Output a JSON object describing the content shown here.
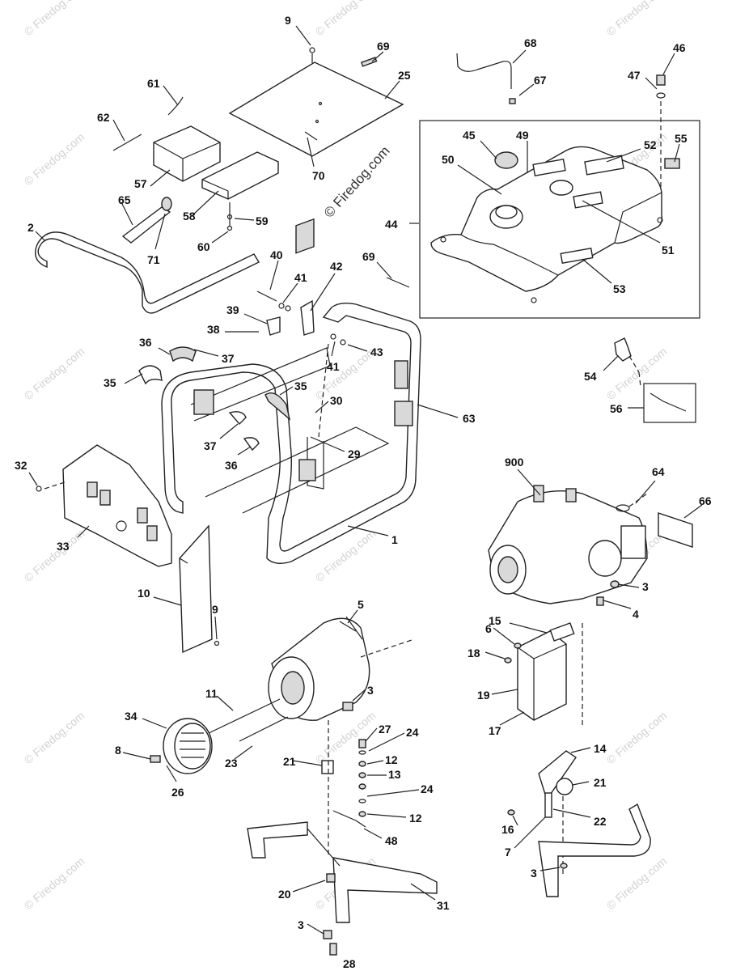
{
  "watermark": {
    "main": "© Firedog.com",
    "faint": "© Firedog.com"
  },
  "callouts": [
    {
      "id": "c9a",
      "text": "9"
    },
    {
      "id": "c69a",
      "text": "69"
    },
    {
      "id": "c25",
      "text": "25"
    },
    {
      "id": "c68",
      "text": "68"
    },
    {
      "id": "c67",
      "text": "67"
    },
    {
      "id": "c46",
      "text": "46"
    },
    {
      "id": "c47",
      "text": "47"
    },
    {
      "id": "c61",
      "text": "61"
    },
    {
      "id": "c62",
      "text": "62"
    },
    {
      "id": "c57",
      "text": "57"
    },
    {
      "id": "c58",
      "text": "58"
    },
    {
      "id": "c59",
      "text": "59"
    },
    {
      "id": "c60",
      "text": "60"
    },
    {
      "id": "c70",
      "text": "70"
    },
    {
      "id": "c2",
      "text": "2"
    },
    {
      "id": "c65",
      "text": "65"
    },
    {
      "id": "c71",
      "text": "71"
    },
    {
      "id": "c45",
      "text": "45"
    },
    {
      "id": "c49",
      "text": "49"
    },
    {
      "id": "c52",
      "text": "52"
    },
    {
      "id": "c55",
      "text": "55"
    },
    {
      "id": "c50",
      "text": "50"
    },
    {
      "id": "c44",
      "text": "44"
    },
    {
      "id": "c51",
      "text": "51"
    },
    {
      "id": "c53",
      "text": "53"
    },
    {
      "id": "c40",
      "text": "40"
    },
    {
      "id": "c41a",
      "text": "41"
    },
    {
      "id": "c42",
      "text": "42"
    },
    {
      "id": "c69b",
      "text": "69"
    },
    {
      "id": "c39",
      "text": "39"
    },
    {
      "id": "c38",
      "text": "38"
    },
    {
      "id": "c36a",
      "text": "36"
    },
    {
      "id": "c37a",
      "text": "37"
    },
    {
      "id": "c43",
      "text": "43"
    },
    {
      "id": "c41b",
      "text": "41"
    },
    {
      "id": "c35a",
      "text": "35"
    },
    {
      "id": "c35b",
      "text": "35"
    },
    {
      "id": "c30",
      "text": "30"
    },
    {
      "id": "c63",
      "text": "63"
    },
    {
      "id": "c37b",
      "text": "37"
    },
    {
      "id": "c36b",
      "text": "36"
    },
    {
      "id": "c29",
      "text": "29"
    },
    {
      "id": "c54",
      "text": "54"
    },
    {
      "id": "c56",
      "text": "56"
    },
    {
      "id": "c32",
      "text": "32"
    },
    {
      "id": "c33",
      "text": "33"
    },
    {
      "id": "c1",
      "text": "1"
    },
    {
      "id": "c900",
      "text": "900"
    },
    {
      "id": "c64",
      "text": "64"
    },
    {
      "id": "c66",
      "text": "66"
    },
    {
      "id": "c10",
      "text": "10"
    },
    {
      "id": "c9b",
      "text": "9"
    },
    {
      "id": "c5",
      "text": "5"
    },
    {
      "id": "c3a",
      "text": "3"
    },
    {
      "id": "c4",
      "text": "4"
    },
    {
      "id": "c15",
      "text": "15"
    },
    {
      "id": "c6",
      "text": "6"
    },
    {
      "id": "c18",
      "text": "18"
    },
    {
      "id": "c19",
      "text": "19"
    },
    {
      "id": "c17",
      "text": "17"
    },
    {
      "id": "c11",
      "text": "11"
    },
    {
      "id": "c3b",
      "text": "3"
    },
    {
      "id": "c34",
      "text": "34"
    },
    {
      "id": "c27",
      "text": "27"
    },
    {
      "id": "c24a",
      "text": "24"
    },
    {
      "id": "c8",
      "text": "8"
    },
    {
      "id": "c26",
      "text": "26"
    },
    {
      "id": "c23",
      "text": "23"
    },
    {
      "id": "c21a",
      "text": "21"
    },
    {
      "id": "c12a",
      "text": "12"
    },
    {
      "id": "c13",
      "text": "13"
    },
    {
      "id": "c24b",
      "text": "24"
    },
    {
      "id": "c12b",
      "text": "12"
    },
    {
      "id": "c48",
      "text": "48"
    },
    {
      "id": "c14",
      "text": "14"
    },
    {
      "id": "c21b",
      "text": "21"
    },
    {
      "id": "c22",
      "text": "22"
    },
    {
      "id": "c16",
      "text": "16"
    },
    {
      "id": "c7",
      "text": "7"
    },
    {
      "id": "c3c",
      "text": "3"
    },
    {
      "id": "c20",
      "text": "20"
    },
    {
      "id": "c31",
      "text": "31"
    },
    {
      "id": "c3d",
      "text": "3"
    },
    {
      "id": "c28",
      "text": "28"
    }
  ]
}
